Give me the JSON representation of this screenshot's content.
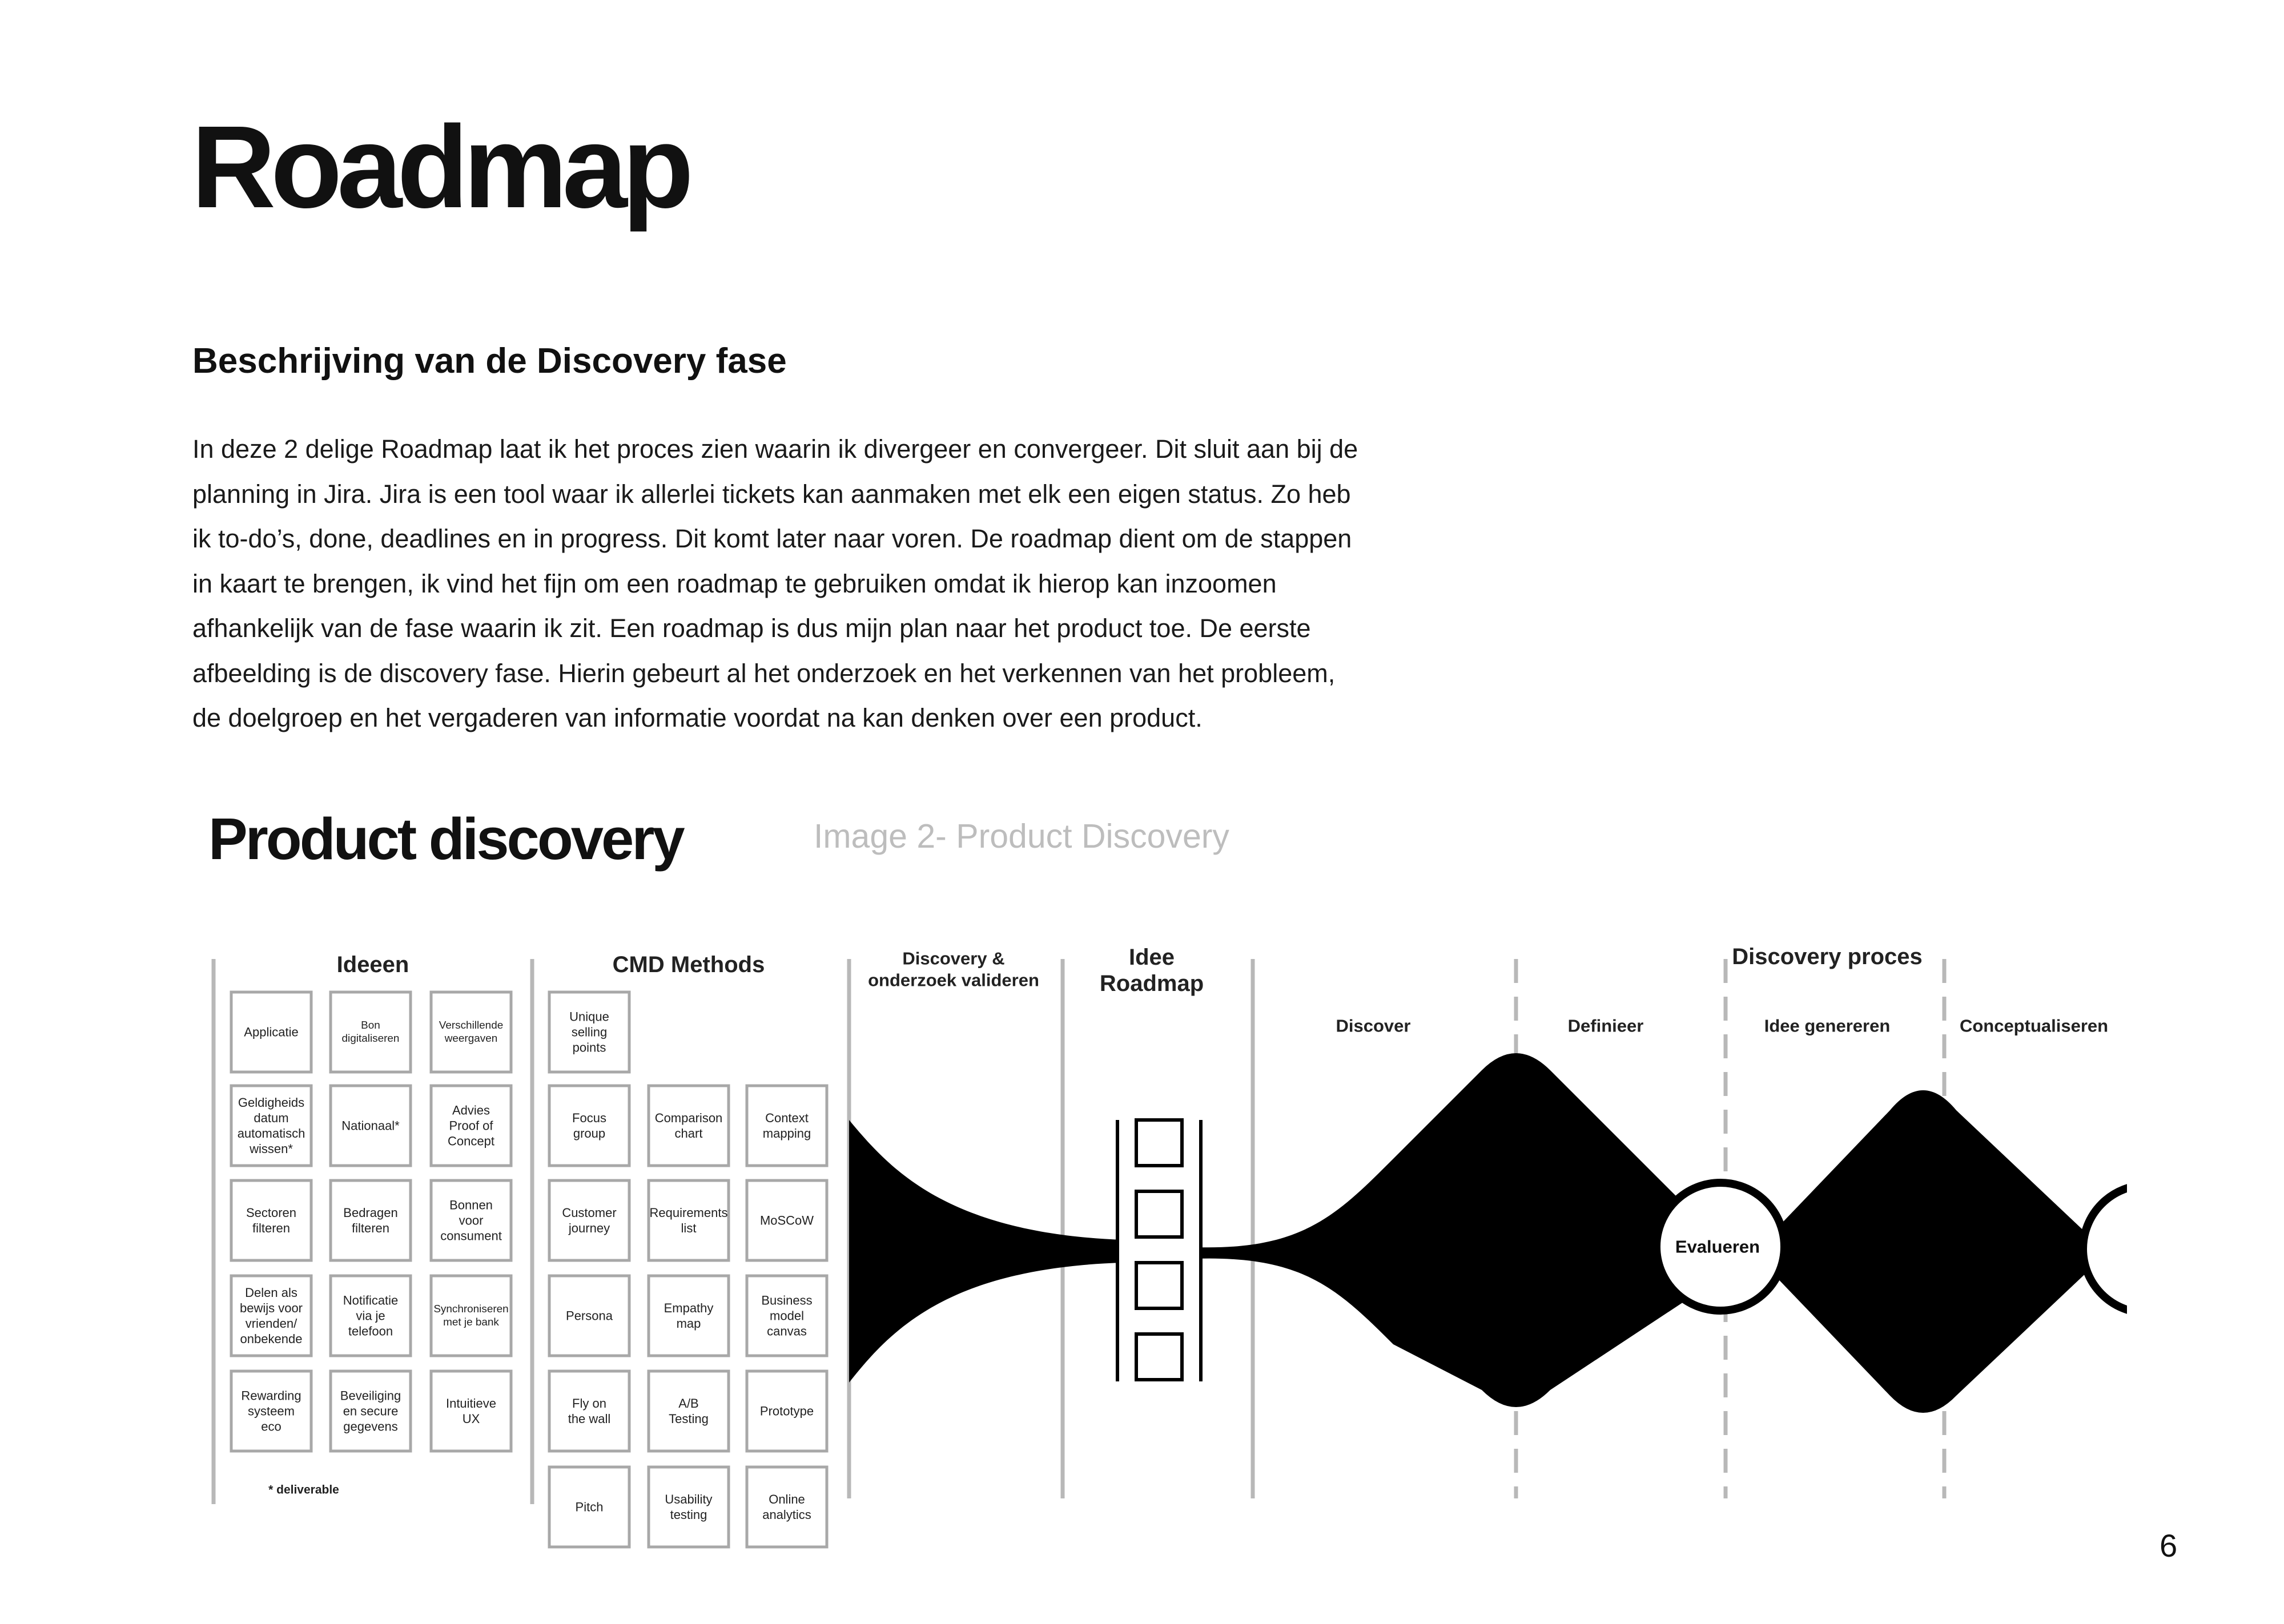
{
  "page": {
    "title": "Roadmap",
    "section_heading": "Beschrijving van de Discovery fase",
    "body_lines": [
      "In deze 2 delige Roadmap laat ik het proces zien waarin ik divergeer en convergeer. Dit sluit aan bij de",
      "planning in Jira. Jira is een tool waar ik allerlei tickets kan aanmaken met elk een eigen status. Zo heb",
      "ik to-do’s, done, deadlines en in progress. Dit komt later naar voren. De roadmap dient om de stappen",
      "in kaart te brengen, ik vind het fijn om een roadmap te gebruiken omdat ik hierop kan inzoomen",
      "afhankelijk van de fase waarin ik zit. Een roadmap is dus mijn plan naar het product toe. De eerste",
      "afbeelding is de discovery fase. Hierin gebeurt al het onderzoek en het verkennen van het probleem,",
      "de doelgroep en het vergaderen van informatie voordat na kan denken over een product."
    ],
    "page_number": "6"
  },
  "diagram": {
    "title": "Product discovery",
    "caption": "Image 2- Product Discovery",
    "ideeen": {
      "header": "Ideeen",
      "cards": [
        [
          "Applicatie"
        ],
        [
          "Bon",
          "digitaliseren"
        ],
        [
          "Verschillende",
          "weergaven"
        ],
        [
          "Geldigheids",
          "datum",
          "automatisch",
          "wissen*"
        ],
        [
          "Nationaal*"
        ],
        [
          "Advies",
          "Proof of",
          "Concept"
        ],
        [
          "Sectoren",
          "filteren"
        ],
        [
          "Bedragen",
          "filteren"
        ],
        [
          "Bonnen",
          "voor",
          "consument"
        ],
        [
          "Delen als",
          "bewijs voor",
          "vrienden/",
          "onbekende"
        ],
        [
          "Notificatie",
          "via je",
          "telefoon"
        ],
        [
          "Synchroniseren",
          "met je bank"
        ],
        [
          "Rewarding",
          "systeem",
          "eco"
        ],
        [
          "Beveiliging",
          "en secure",
          "gegevens"
        ],
        [
          "Intuitieve",
          "UX"
        ]
      ],
      "footnote": "* deliverable"
    },
    "cmd": {
      "header": "CMD Methods",
      "cards": [
        [
          "Unique",
          "selling",
          "points"
        ],
        [
          "Focus",
          "group"
        ],
        [
          "Comparison",
          "chart"
        ],
        [
          "Context",
          "mapping"
        ],
        [
          "Customer",
          "journey"
        ],
        [
          "Requirements",
          "list"
        ],
        [
          "MoSCoW"
        ],
        [
          "Persona"
        ],
        [
          "Empathy",
          "map"
        ],
        [
          "Business",
          "model",
          "canvas"
        ],
        [
          "Fly on",
          "the wall"
        ],
        [
          "A/B",
          "Testing"
        ],
        [
          "Prototype"
        ],
        [
          "Pitch"
        ],
        [
          "Usability",
          "testing"
        ],
        [
          "Online",
          "analytics"
        ]
      ]
    },
    "validate_header": [
      "Discovery &",
      "onderzoek valideren"
    ],
    "roadmap_header": [
      "Idee",
      "Roadmap"
    ],
    "process_header": "Discovery proces",
    "phases": [
      "Discover",
      "Definieer",
      "Idee genereren",
      "Conceptualiseren"
    ],
    "evaluate_label": "Evalueren"
  }
}
